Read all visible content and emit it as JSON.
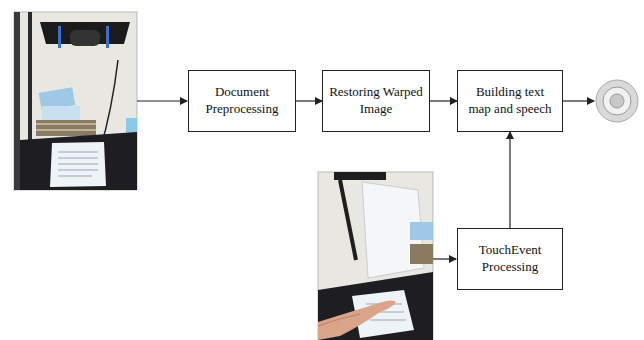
{
  "diagram": {
    "nodes": [
      {
        "text": [
          "Document Preprocessing"
        ]
      },
      {
        "text": [
          "Restoring Warped Image"
        ]
      },
      {
        "text": [
          "Building text map and speech"
        ]
      },
      {
        "text": [
          "TouchEvent Processing"
        ]
      }
    ],
    "edges": [
      {
        "from": 0,
        "to": 1,
        "arrow": "to"
      },
      {
        "from": 1,
        "to": 2,
        "arrow": "to"
      },
      {
        "from": 3,
        "to": 2,
        "arrow": "to"
      }
    ]
  }
}
